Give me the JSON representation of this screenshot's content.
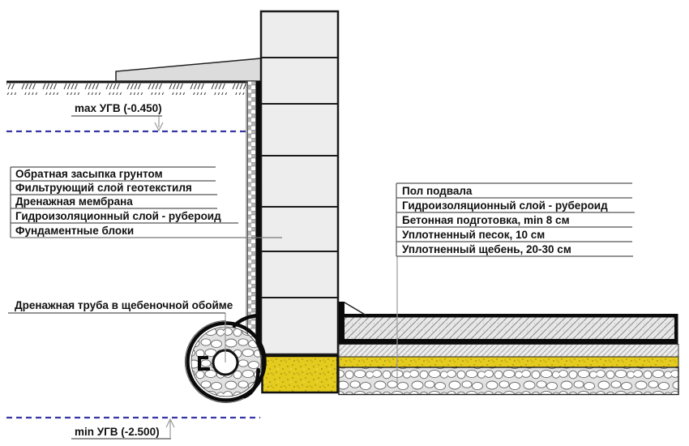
{
  "diagram": {
    "type": "construction-section",
    "subject": "Foundation drainage and basement floor construction detail",
    "groundwater": {
      "max_label": "max УГВ (-0.450)",
      "min_label": "min УГВ (-2.500)",
      "line_style": "dashed",
      "line_color": "#3535a5"
    },
    "left_labels": [
      "Обратная засыпка грунтом",
      "Фильтрующий слой геотекстиля",
      "Дренажная мембрана",
      "Гидроизоляционный слой - рубероид",
      "Фундаментные блоки"
    ],
    "right_labels": [
      "Пол подвала",
      "Гидроизоляционный слой - рубероид",
      "Бетонная подготовка, min 8 см",
      "Уплотненный песок, 10 см",
      "Уплотненный щебень, 20-30 см"
    ],
    "drain_label": "Дренажная труба в щебеночной обойме",
    "colors": {
      "sand_yellow": "#e4cb1d",
      "groundwater_blue": "#3535a5",
      "wall_fill": "#ededed",
      "blind_area_fill": "#dcdcdc",
      "waterproofing_black": "#0a0a0a",
      "hatch_gray": "#8a8a8a",
      "leader_gray": "#999999"
    }
  }
}
